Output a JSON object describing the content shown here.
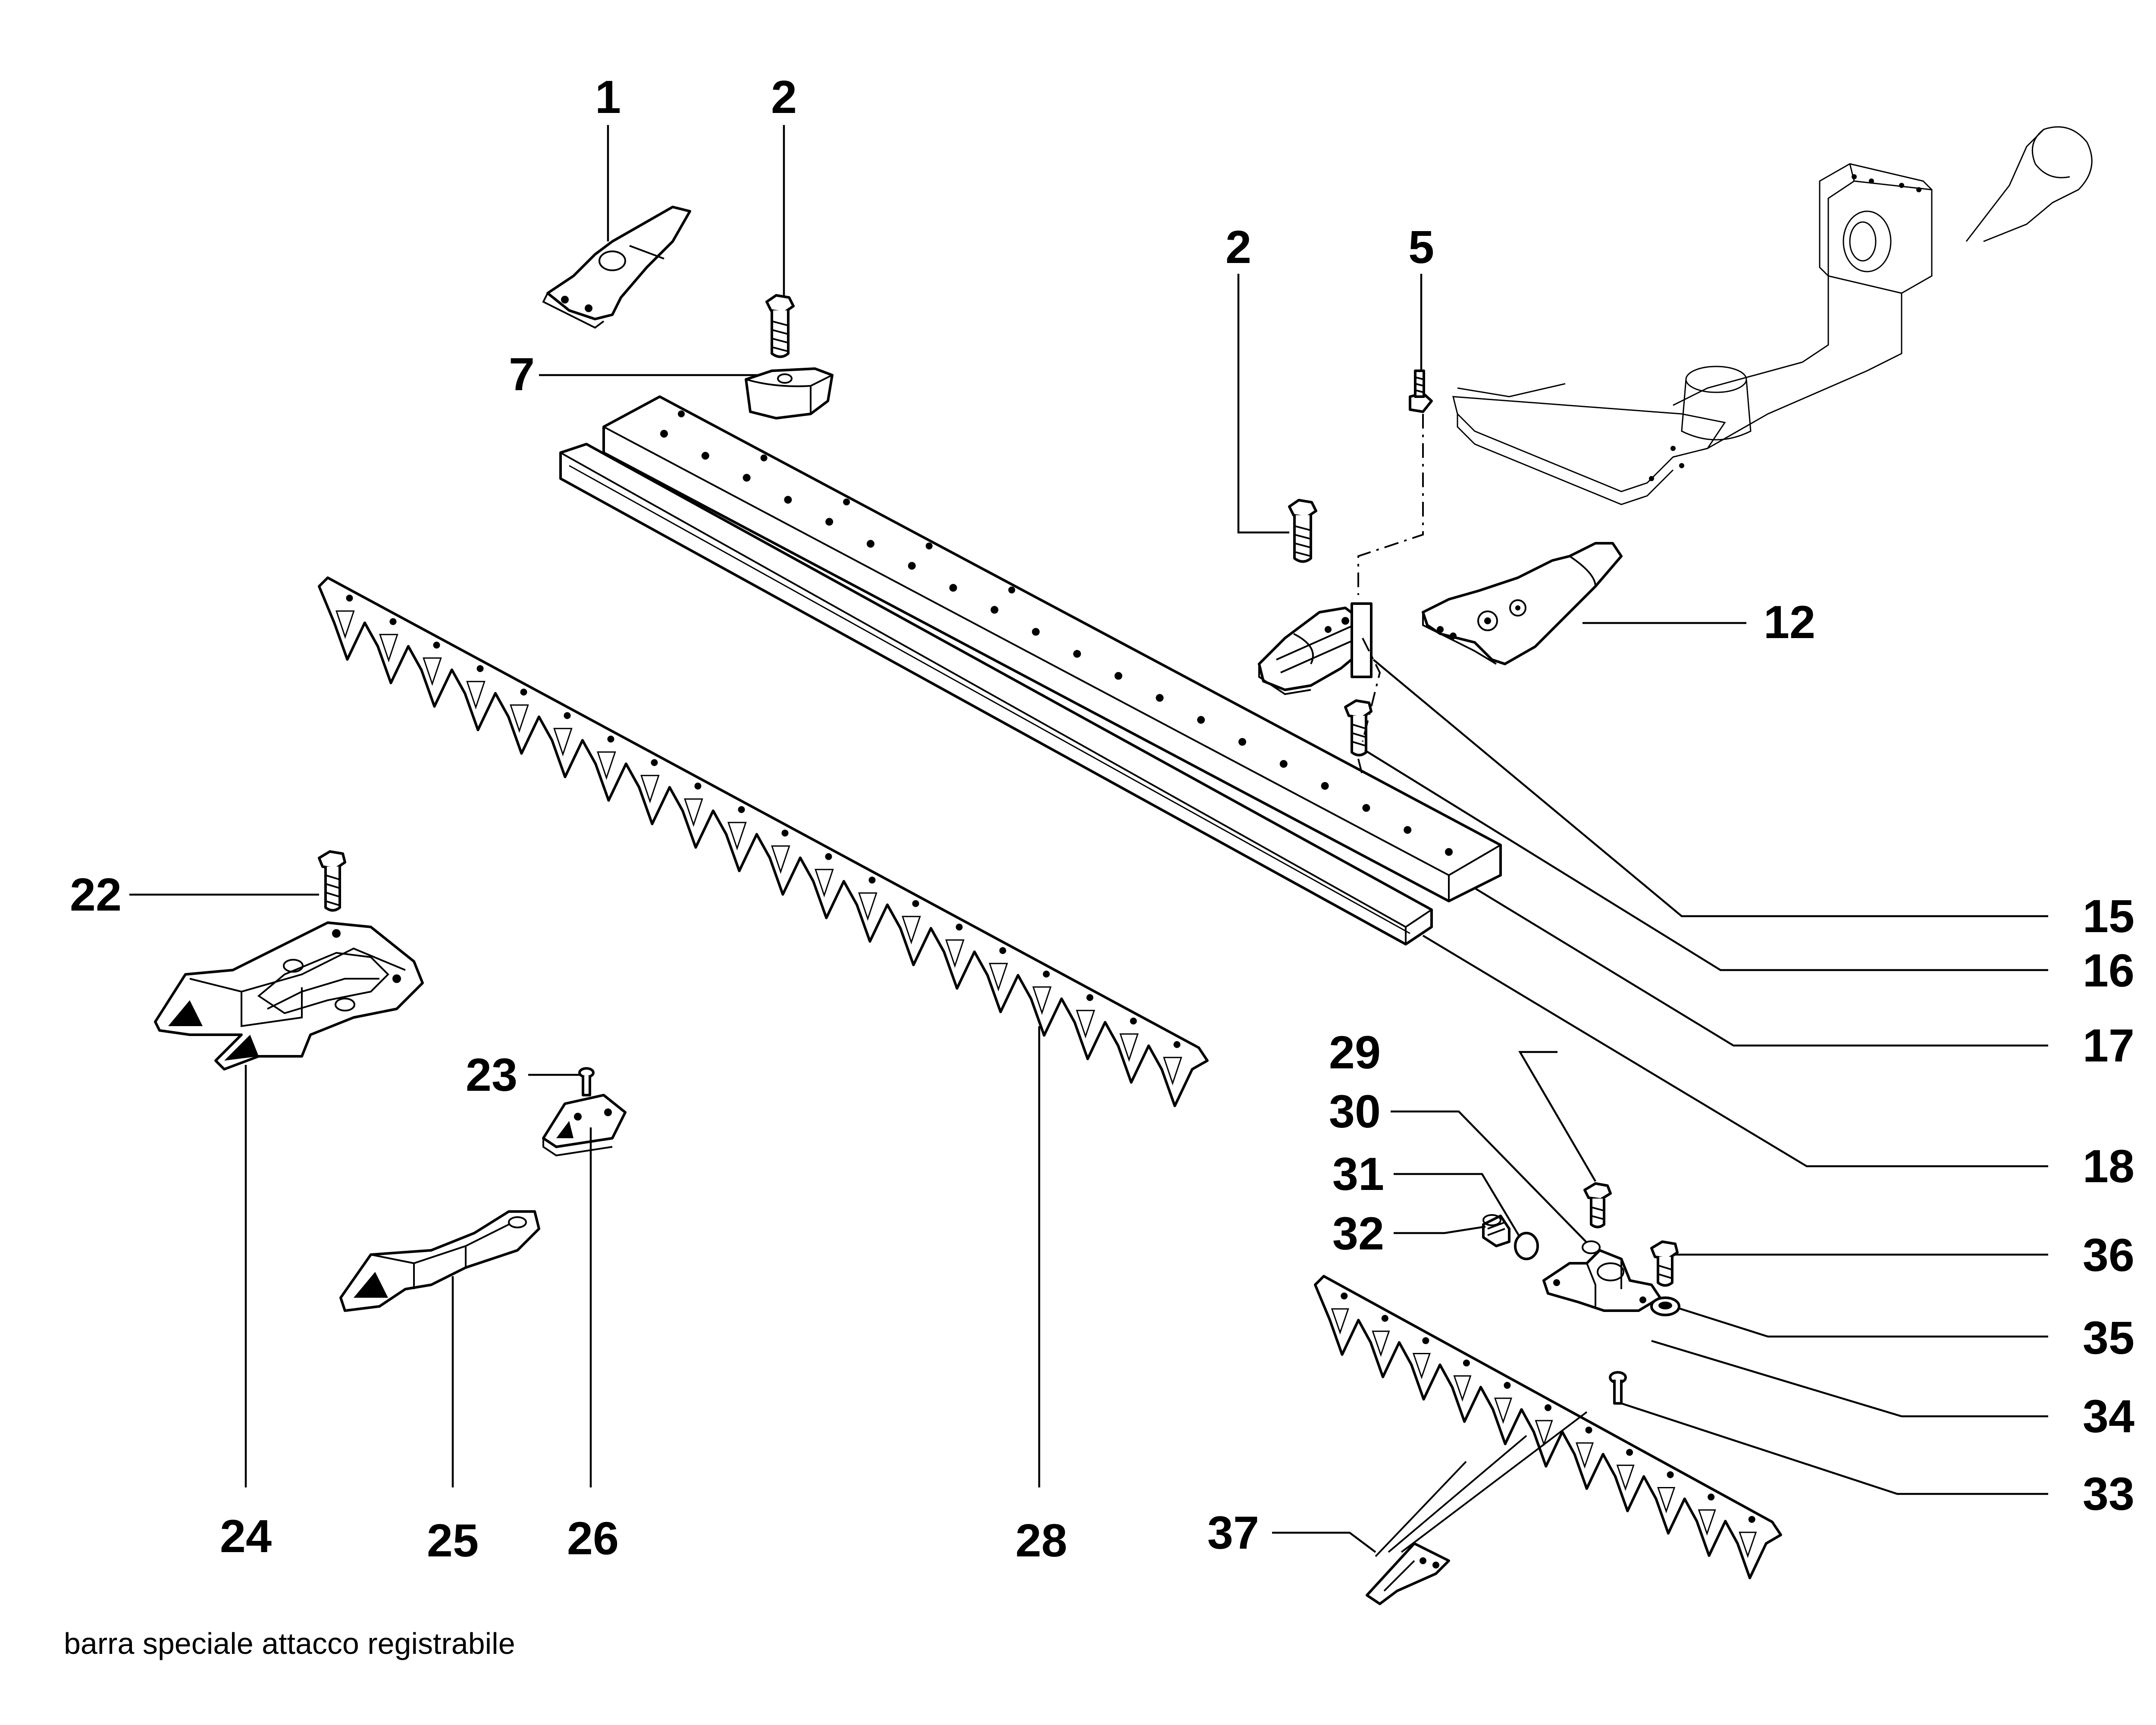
{
  "caption": "barra speciale attacco registrabile",
  "callouts": [
    {
      "id": "c1",
      "label": "1"
    },
    {
      "id": "c2a",
      "label": "2"
    },
    {
      "id": "c2b",
      "label": "2"
    },
    {
      "id": "c5",
      "label": "5"
    },
    {
      "id": "c7",
      "label": "7"
    },
    {
      "id": "c12",
      "label": "12"
    },
    {
      "id": "c15",
      "label": "15"
    },
    {
      "id": "c16",
      "label": "16"
    },
    {
      "id": "c17",
      "label": "17"
    },
    {
      "id": "c18",
      "label": "18"
    },
    {
      "id": "c22",
      "label": "22"
    },
    {
      "id": "c23",
      "label": "23"
    },
    {
      "id": "c24",
      "label": "24"
    },
    {
      "id": "c25",
      "label": "25"
    },
    {
      "id": "c26",
      "label": "26"
    },
    {
      "id": "c28",
      "label": "28"
    },
    {
      "id": "c29",
      "label": "29"
    },
    {
      "id": "c30",
      "label": "30"
    },
    {
      "id": "c31",
      "label": "31"
    },
    {
      "id": "c32",
      "label": "32"
    },
    {
      "id": "c33",
      "label": "33"
    },
    {
      "id": "c34",
      "label": "34"
    },
    {
      "id": "c35",
      "label": "35"
    },
    {
      "id": "c36",
      "label": "36"
    },
    {
      "id": "c37",
      "label": "37"
    }
  ]
}
